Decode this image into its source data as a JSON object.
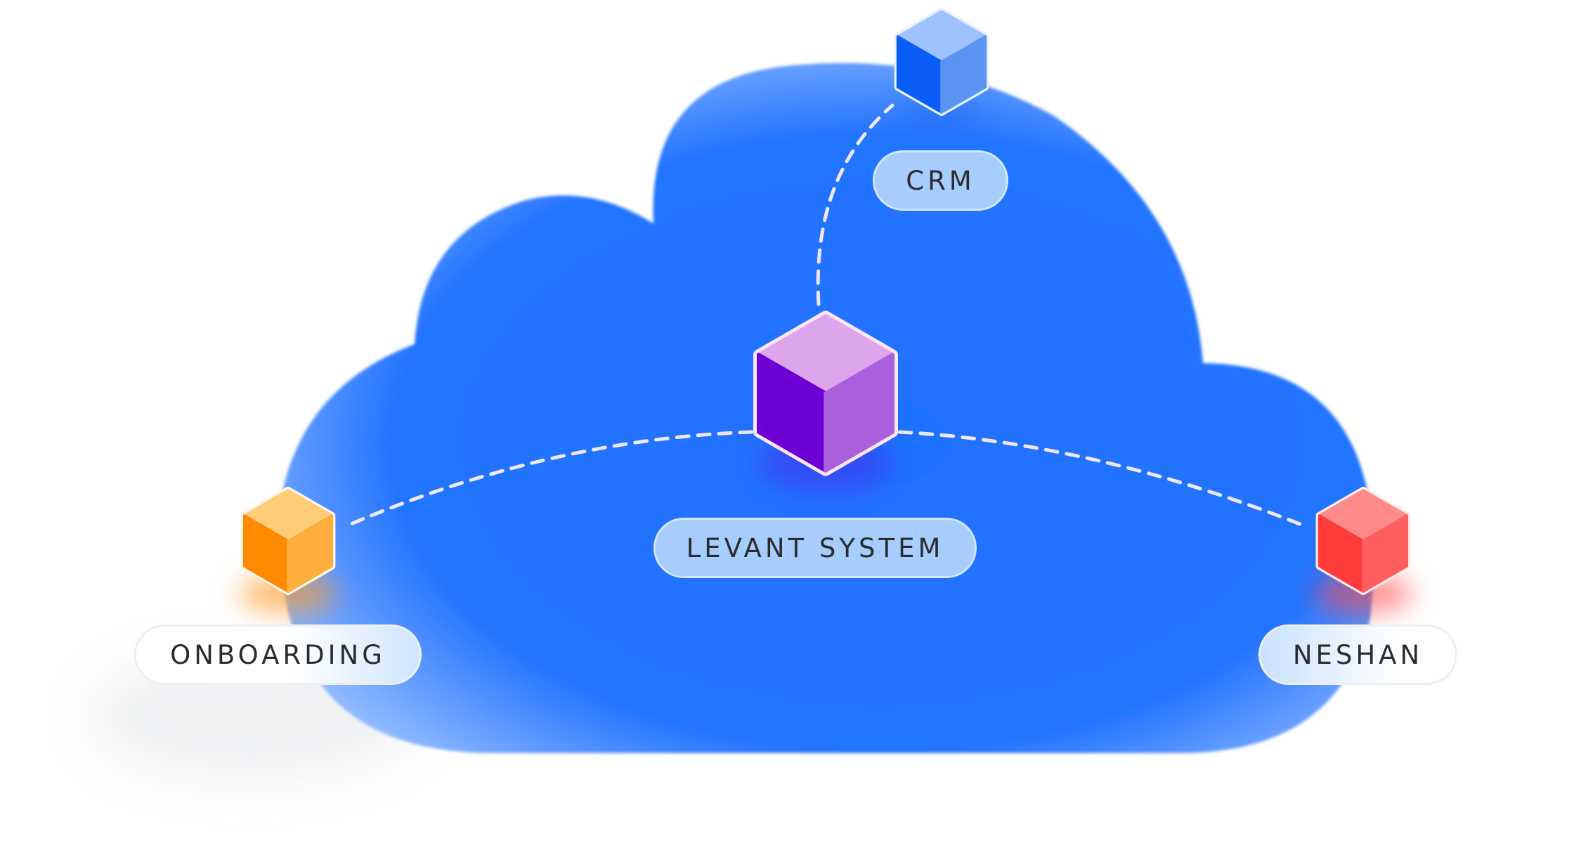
{
  "diagram": {
    "center_node": {
      "label": "LEVANT SYSTEM",
      "colors": {
        "top": "#dda6ec",
        "left": "#6c00d4",
        "right": "#aa5fdd",
        "outline": "#fbe6ff"
      }
    },
    "nodes": [
      {
        "id": "crm",
        "label": "CRM",
        "colors": {
          "top": "#9ec2ff",
          "left": "#0a5ef7",
          "right": "#5a93f2",
          "outline": "#e8f1ff"
        }
      },
      {
        "id": "onboarding",
        "label": "ONBOARDING",
        "colors": {
          "top": "#ffcd78",
          "left": "#ff8a00",
          "right": "#ffae3d",
          "outline": "#fff5e8"
        }
      },
      {
        "id": "neshan",
        "label": "NESHAN",
        "colors": {
          "top": "#ff8a8a",
          "left": "#ff3b3b",
          "right": "#ff5e5e",
          "outline": "#ffeaea"
        }
      }
    ],
    "connections": [
      {
        "from": "levant-system",
        "to": "crm",
        "style": "dashed"
      },
      {
        "from": "levant-system",
        "to": "onboarding",
        "style": "dashed"
      },
      {
        "from": "levant-system",
        "to": "neshan",
        "style": "dashed"
      }
    ],
    "cloud_color": "#1f72ff",
    "connector_color": "#f1e6f6"
  }
}
